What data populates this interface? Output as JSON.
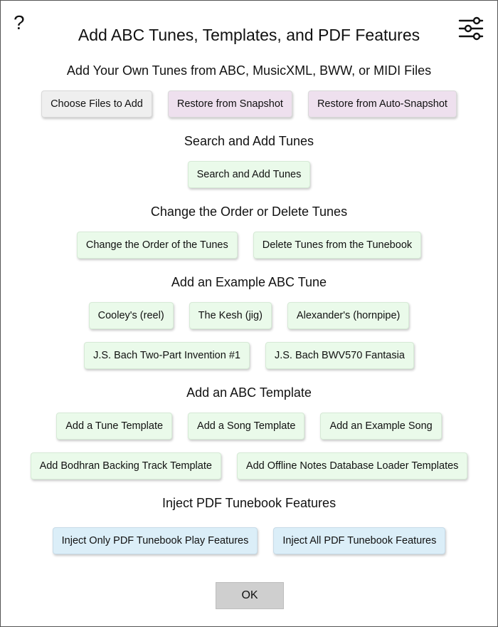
{
  "dialog": {
    "title": "Add ABC Tunes, Templates, and PDF Features",
    "help_label": "?",
    "ok_label": "OK"
  },
  "icons": {
    "help": "question-mark-icon",
    "settings": "sliders-icon"
  },
  "sections": {
    "add_files": {
      "title": "Add Your Own Tunes from ABC, MusicXML, BWW, or MIDI Files",
      "choose_files": "Choose Files to Add",
      "restore_snapshot": "Restore from Snapshot",
      "restore_auto_snapshot": "Restore from Auto-Snapshot"
    },
    "search": {
      "title": "Search and Add Tunes",
      "search_button": "Search and Add Tunes"
    },
    "order": {
      "title": "Change the Order or Delete Tunes",
      "change_order": "Change the Order of the Tunes",
      "delete_tunes": "Delete Tunes from the Tunebook"
    },
    "example_tune": {
      "title": "Add an Example ABC Tune",
      "cooleys": "Cooley's (reel)",
      "kesh": "The Kesh (jig)",
      "alexanders": "Alexander's (hornpipe)",
      "bach_invention": "J.S. Bach Two-Part Invention #1",
      "bach_bwv570": "J.S. Bach BWV570 Fantasia"
    },
    "template": {
      "title": "Add an ABC Template",
      "tune_template": "Add a Tune Template",
      "song_template": "Add a Song Template",
      "example_song": "Add an Example Song",
      "bodhran": "Add Bodhran Backing Track Template",
      "offline_notes": "Add Offline Notes Database Loader Templates"
    },
    "pdf": {
      "title": "Inject PDF Tunebook Features",
      "play_features": "Inject Only PDF Tunebook Play Features",
      "all_features": "Inject All PDF Tunebook Features"
    }
  },
  "colors": {
    "gray_button": "#efefef",
    "pink_button": "#eee0ee",
    "green_button": "#eafaea",
    "blue_button": "#dbeef8",
    "ok_button": "#cfcfcf"
  }
}
